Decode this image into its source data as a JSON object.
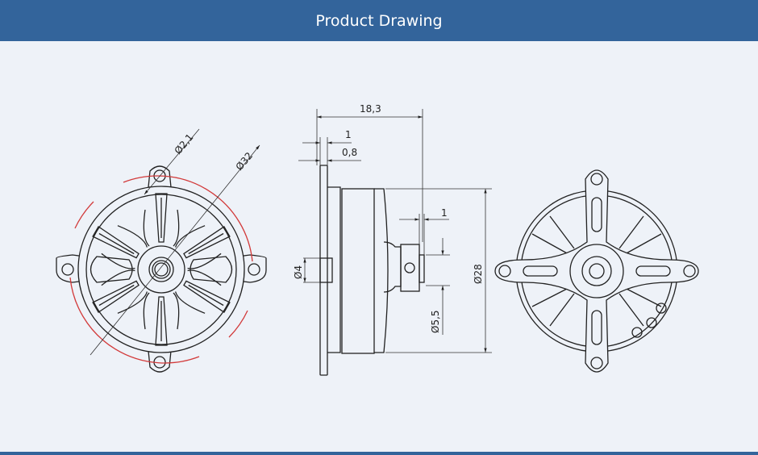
{
  "header": {
    "title": "Product Drawing"
  },
  "dimensions": {
    "front": {
      "hole_dia": "Ø2,1",
      "mount_dia": "Ø32"
    },
    "side": {
      "length": "18,3",
      "flange": "1",
      "plate": "0,8",
      "bore": "Ø4",
      "shaft": "Ø5,5",
      "body_dia": "Ø28",
      "collar": "1"
    }
  },
  "colors": {
    "header": "#33649b",
    "background": "#eef2f8",
    "mount_circle": "#d23a3a"
  }
}
